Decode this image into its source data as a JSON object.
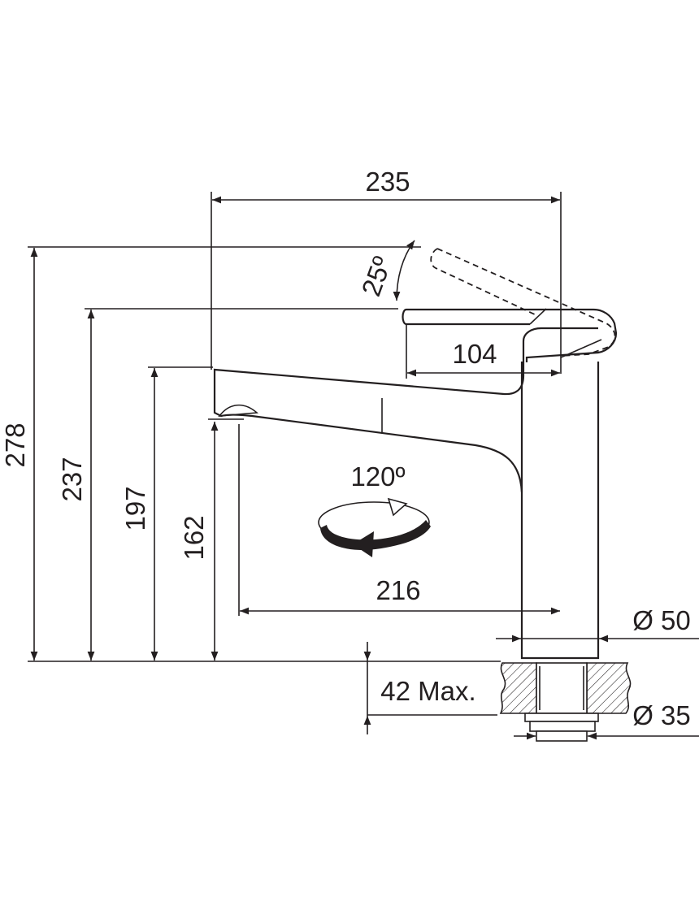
{
  "dimensions": {
    "overall_width": "235",
    "lever_tilt": "25º",
    "lever_length": "104",
    "overall_height": "278",
    "lever_height": "237",
    "spout_top_height": "197",
    "outlet_height": "162",
    "rotation": "120º",
    "spout_reach": "216",
    "body_diameter": "Ø 50",
    "worktop_thickness": "42 Max.",
    "thread_diameter": "Ø 35"
  }
}
